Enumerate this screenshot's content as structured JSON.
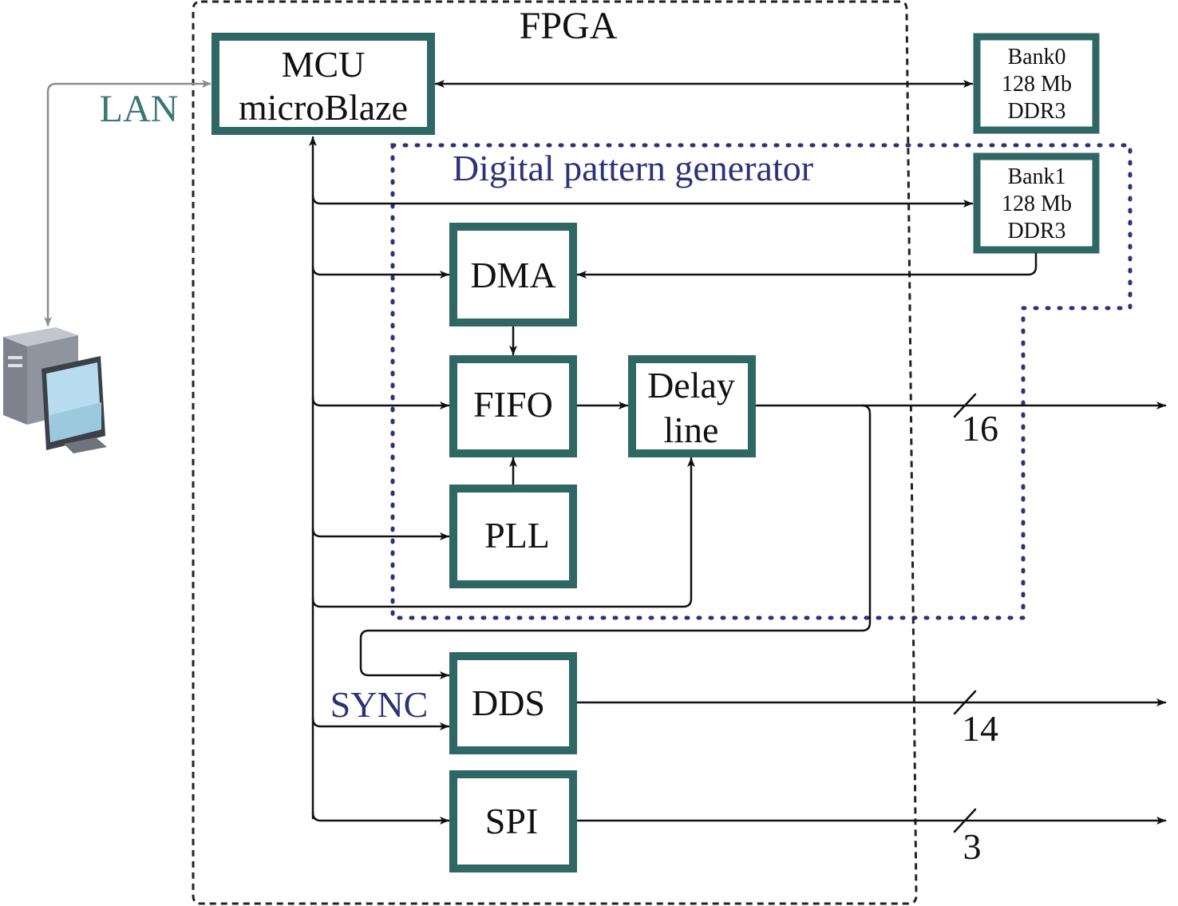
{
  "fpga": {
    "label": "FPGA"
  },
  "lan": {
    "label": "LAN"
  },
  "dpg": {
    "label": "Digital pattern generator"
  },
  "mcu": {
    "line1": "MCU",
    "line2": "microBlaze"
  },
  "bank0": {
    "line1": "Bank0",
    "line2": "128 Mb",
    "line3": "DDR3"
  },
  "bank1": {
    "line1": "Bank1",
    "line2": "128 Mb",
    "line3": "DDR3"
  },
  "blocks": {
    "dma": "DMA",
    "fifo": "FIFO",
    "delay_line1": "Delay",
    "delay_line2": "line",
    "pll": "PLL",
    "dds": "DDS",
    "spi": "SPI"
  },
  "sync": {
    "label": "SYNC"
  },
  "buses": {
    "delay_out": "16",
    "dds_out": "14",
    "spi_out": "3"
  },
  "colors": {
    "block_border": "#2f6764",
    "dpg_border": "#2b3378",
    "lan_wire": "#8c8c8c"
  }
}
